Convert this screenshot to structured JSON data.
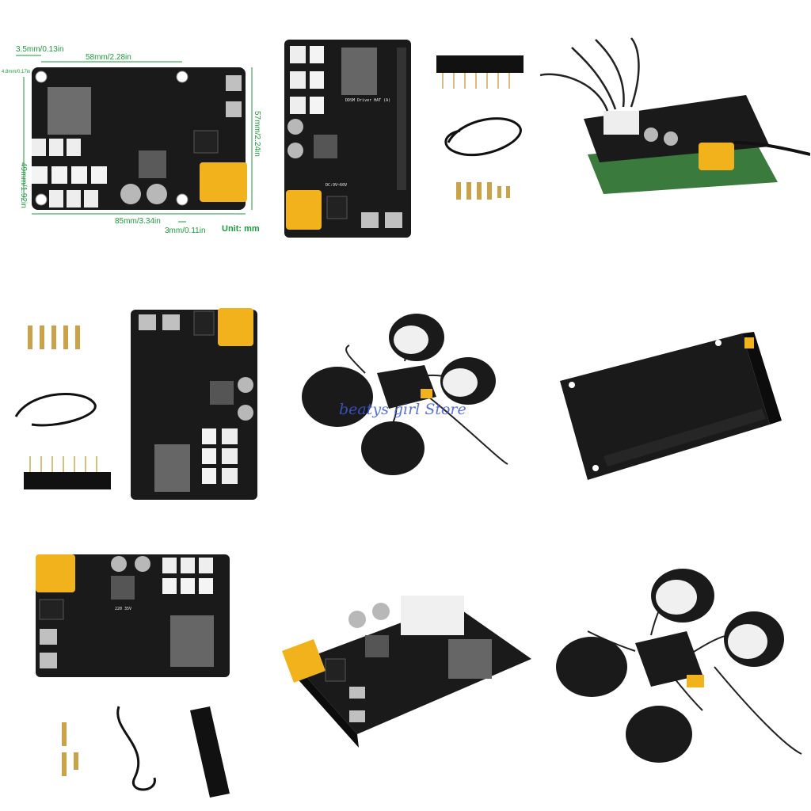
{
  "dimensions": {
    "left_offset": "3.5mm/0.13in",
    "hole_spacing": "58mm/2.28in",
    "small_offset": "4.8mm/0.17in",
    "height_total": "57mm/2.24in",
    "hole_height": "49mm/1.92in",
    "width_total": "85mm/3.34in",
    "edge_offset": "3mm/0.11in",
    "unit": "Unit: mm"
  },
  "board_labels": {
    "title": "DDSM Driver HAT (A)",
    "power_input": "DC:9V~60V",
    "cap_rating": "220 35V"
  },
  "watermark": "beatys girl Store",
  "colors": {
    "pcb": "#1a1a1a",
    "connector_yellow": "#f2b21c",
    "dimension_green": "#1c9a3c",
    "silk": "#e8e8e8",
    "gold": "#c9a24a"
  }
}
